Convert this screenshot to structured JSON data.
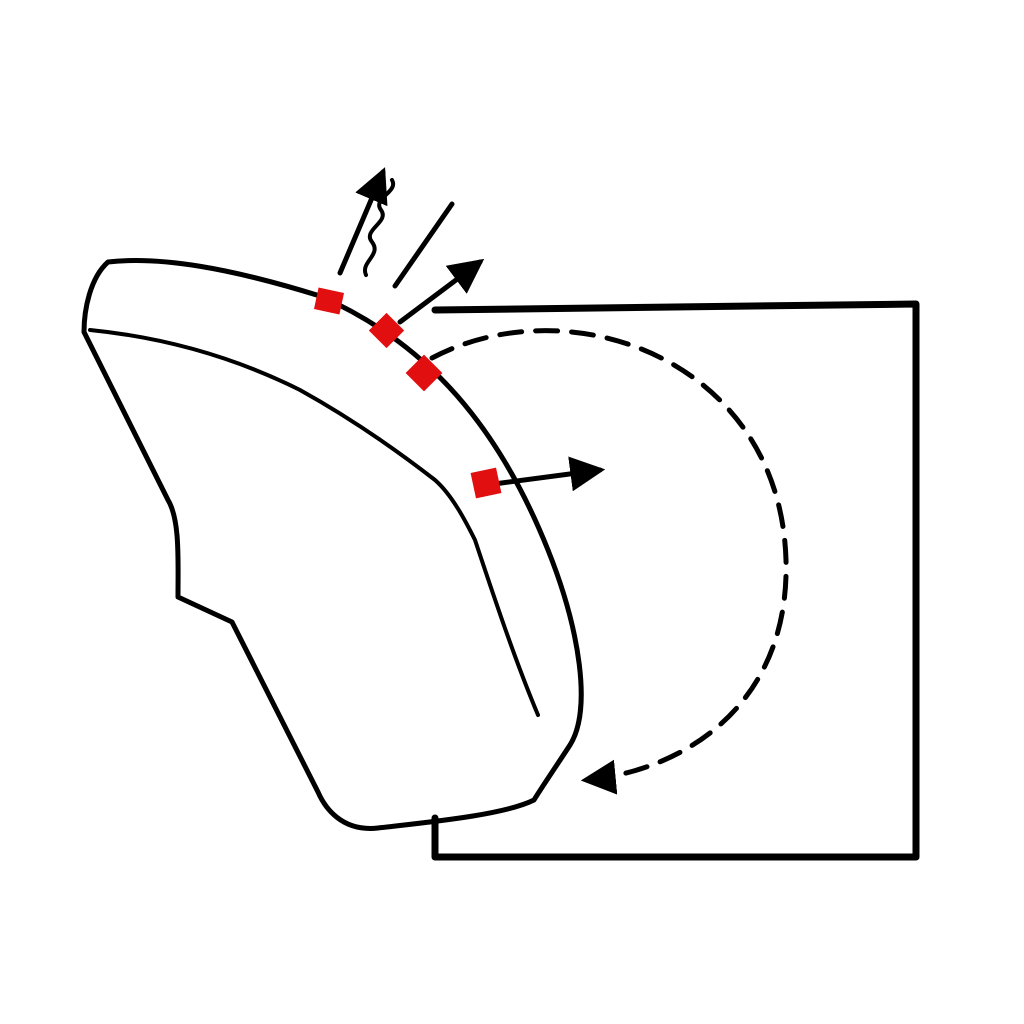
{
  "colors": {
    "background": "#ffffff",
    "line": "#000000",
    "marker": "#e10f0f"
  },
  "elements": {
    "object_outline": "object-outline",
    "inner_contour": "inner-contour",
    "box": "box-outline",
    "dashed_loop": "dashed-return-arrow",
    "markers": [
      "marker-1",
      "marker-2",
      "marker-3",
      "marker-4"
    ],
    "upward_arrows": [
      "arrow-up-left",
      "arrow-up-right"
    ],
    "wavy_line": "wavy-emission-line",
    "straight_line": "emission-line",
    "right_arrow": "arrow-right"
  }
}
